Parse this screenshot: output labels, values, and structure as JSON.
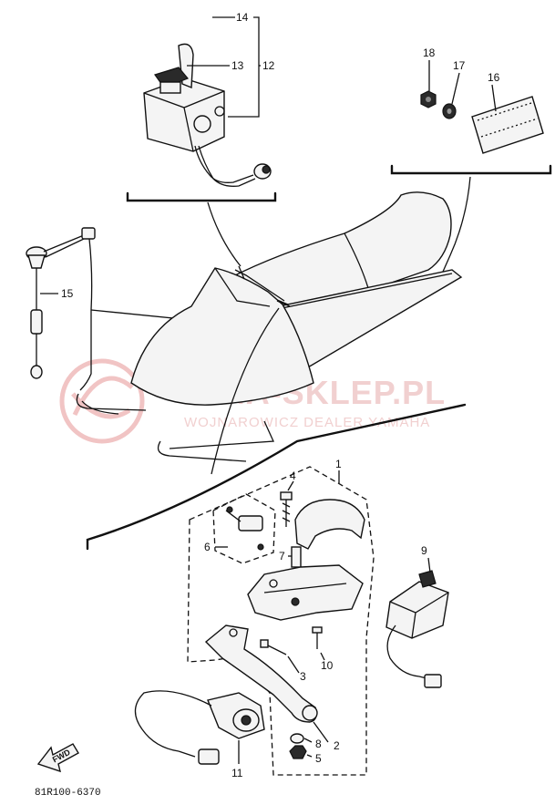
{
  "diagram": {
    "watermark": {
      "title": "YAMA-SKLEP.PL",
      "subtitle": "WOJNAROWICZ DEALER YAMAHA"
    },
    "callouts": [
      {
        "id": "c14",
        "label": "14"
      },
      {
        "id": "c13",
        "label": "13"
      },
      {
        "id": "c12",
        "label": "12"
      },
      {
        "id": "c18",
        "label": "18"
      },
      {
        "id": "c17",
        "label": "17"
      },
      {
        "id": "c16",
        "label": "16"
      },
      {
        "id": "c15",
        "label": "15"
      },
      {
        "id": "c1",
        "label": "1"
      },
      {
        "id": "c4",
        "label": "4"
      },
      {
        "id": "c6",
        "label": "6"
      },
      {
        "id": "c7",
        "label": "7"
      },
      {
        "id": "c10",
        "label": "10"
      },
      {
        "id": "c3",
        "label": "3"
      },
      {
        "id": "c8",
        "label": "8"
      },
      {
        "id": "c9",
        "label": "9"
      },
      {
        "id": "c2",
        "label": "2"
      },
      {
        "id": "c5",
        "label": "5"
      },
      {
        "id": "c11",
        "label": "11"
      }
    ],
    "fwd_label": "FWD",
    "reference_code": "81R100-6370"
  }
}
